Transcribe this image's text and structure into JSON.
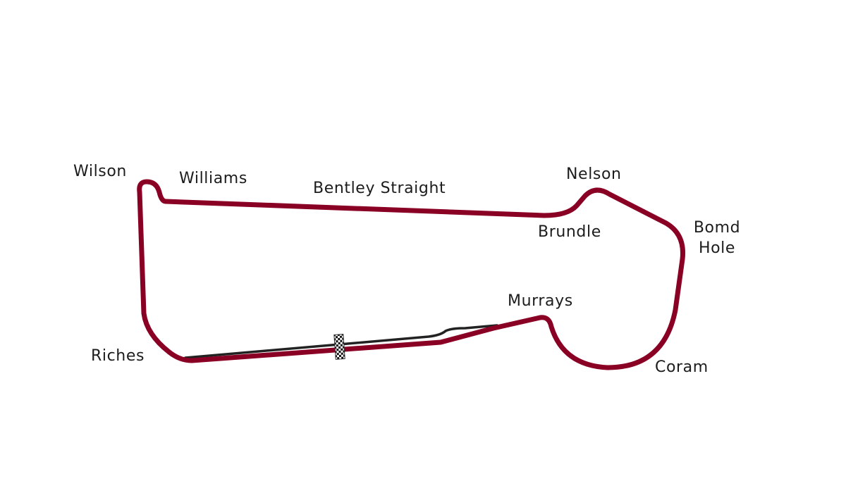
{
  "track": {
    "colors": {
      "circuit": "#8a0024",
      "pit_lane": "#222222",
      "labels": "#1c1c1c",
      "background": "#ffffff"
    },
    "start_finish_icon": "checkered-flag-icon"
  },
  "corners": {
    "wilson": "Wilson",
    "williams": "Williams",
    "bentley_straight": "Bentley Straight",
    "nelson": "Nelson",
    "brundle": "Brundle",
    "bomd_hole_line1": "Bomd",
    "bomd_hole_line2": "Hole",
    "murrays": "Murrays",
    "coram": "Coram",
    "riches": "Riches"
  }
}
